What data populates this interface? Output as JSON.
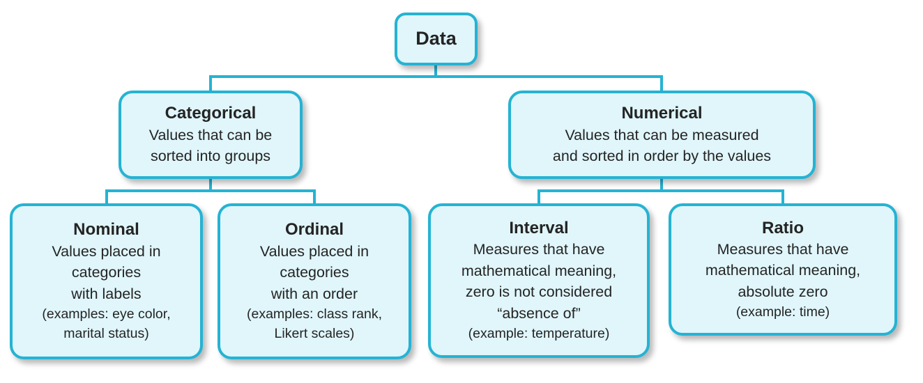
{
  "colors": {
    "accent": "#25b3d3",
    "fill": "#e0f6fb",
    "text": "#242424"
  },
  "nodes": {
    "data": {
      "title": "Data"
    },
    "categorical": {
      "title": "Categorical",
      "body": "Values that can be\nsorted into groups"
    },
    "numerical": {
      "title": "Numerical",
      "body": "Values that can be measured\nand sorted in order by the values"
    },
    "nominal": {
      "title": "Nominal",
      "body": "Values placed in\ncategories\nwith labels",
      "example": "(examples: eye color,\nmarital status)"
    },
    "ordinal": {
      "title": "Ordinal",
      "body": "Values placed in\ncategories\nwith an order",
      "example": "(examples: class rank,\nLikert scales)"
    },
    "interval": {
      "title": "Interval",
      "body": "Measures that have\nmathematical meaning,\nzero is not considered\n“absence of”",
      "example": "(example: temperature)"
    },
    "ratio": {
      "title": "Ratio",
      "body": "Measures that have\nmathematical meaning,\nabsolute zero",
      "example": "(example: time)"
    }
  }
}
